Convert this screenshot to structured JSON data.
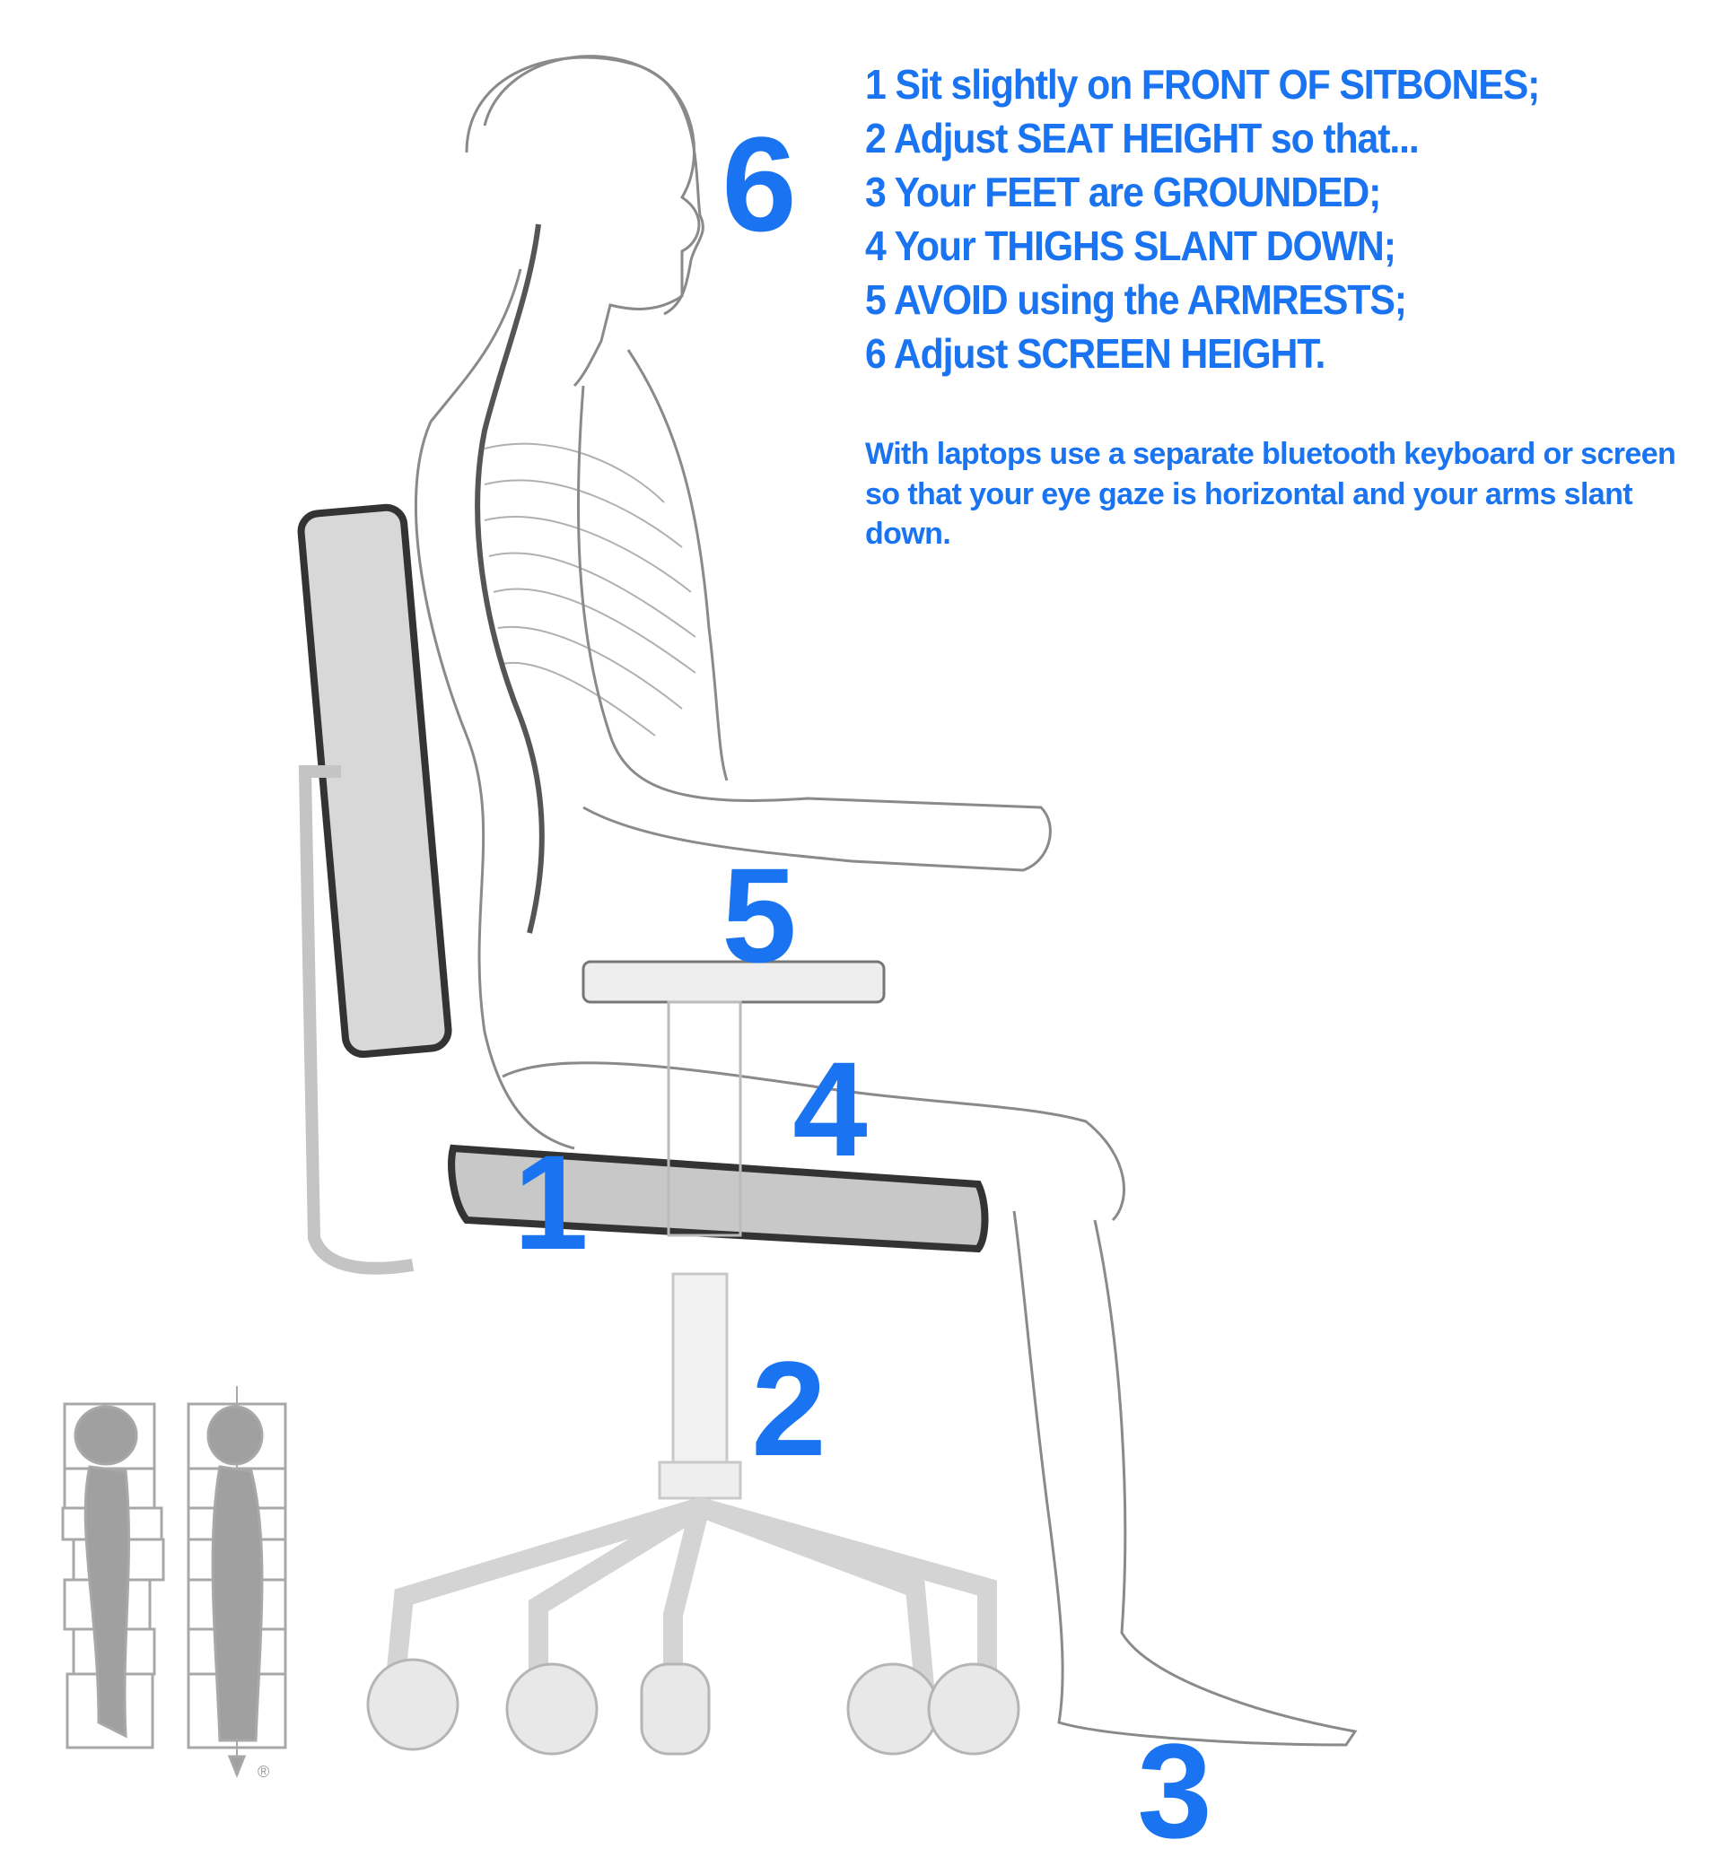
{
  "instructions": {
    "steps": [
      "1 Sit slightly on FRONT OF SITBONES;",
      "2 Adjust SEAT HEIGHT so that...",
      "3 Your FEET are GROUNDED;",
      "4 Your THIGHS SLANT DOWN;",
      "5 AVOID using the ARMRESTS;",
      "6 Adjust SCREEN HEIGHT."
    ],
    "note": "With laptops use a separate bluetooth keyboard or screen so that your eye gaze is horizontal and your arms slant down."
  },
  "markers": {
    "m1": "1",
    "m2": "2",
    "m3": "3",
    "m4": "4",
    "m5": "5",
    "m6": "6"
  },
  "inset": {
    "registered_mark": "®"
  },
  "colors": {
    "accent": "#1a73f0",
    "figure": "#9a9a9a",
    "chair_dark": "#444444"
  }
}
